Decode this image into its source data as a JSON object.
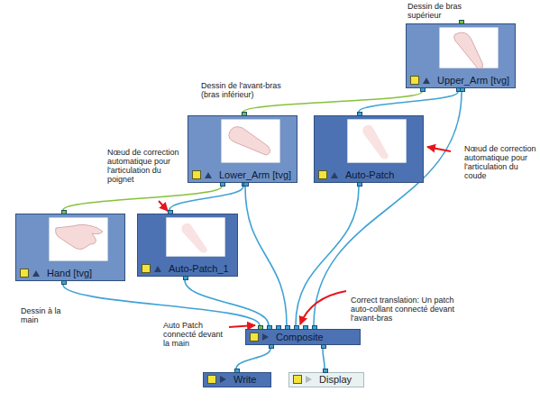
{
  "diagram": {
    "nodes": [
      {
        "text": [
          "Upper_Arm [tvg]"
        ]
      },
      {
        "text": [
          "Lower_Arm [tvg]"
        ]
      },
      {
        "text": [
          "Auto-Patch"
        ]
      },
      {
        "text": [
          "Hand [tvg]"
        ]
      },
      {
        "text": [
          "Auto-Patch_1"
        ]
      },
      {
        "text": [
          "Composite"
        ]
      },
      {
        "text": [
          "Write"
        ]
      },
      {
        "text": [
          "Display"
        ]
      }
    ],
    "edges": [
      {
        "from": 0,
        "to": 1,
        "arrow": "none"
      },
      {
        "from": 0,
        "to": 2,
        "arrow": "none"
      },
      {
        "from": 1,
        "to": 3,
        "arrow": "none"
      },
      {
        "from": 1,
        "to": 4,
        "arrow": "none"
      },
      {
        "from": 3,
        "to": 5,
        "arrow": "none"
      },
      {
        "from": 4,
        "to": 5,
        "arrow": "none"
      },
      {
        "from": 1,
        "to": 5,
        "arrow": "none"
      },
      {
        "from": 2,
        "to": 5,
        "arrow": "none"
      },
      {
        "from": 0,
        "to": 5,
        "arrow": "none"
      },
      {
        "from": 5,
        "to": 6,
        "arrow": "none"
      },
      {
        "from": 5,
        "to": 7,
        "arrow": "none"
      }
    ],
    "labels": [
      "Dessin de bras supérieur",
      "Dessin de l'avant-bras (bras inférieur)",
      "Nœud de correction automatique pour l'articulation du poignet",
      "Nœud de correction automatique pour l'articulation du coude",
      "Dessin à la main",
      "Auto Patch connecté devant la main",
      "Correct translation: Un patch auto-collant connecté devant l'avant-bras"
    ]
  }
}
